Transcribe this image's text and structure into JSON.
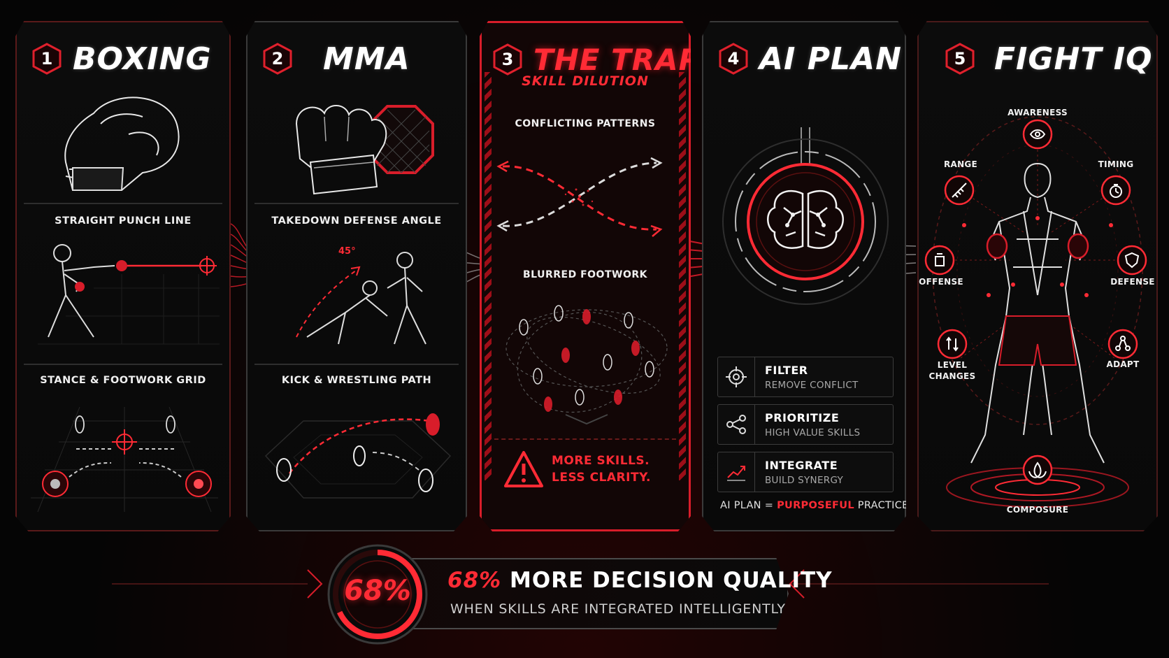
{
  "panels": [
    {
      "num": "1",
      "title": "BOXING",
      "sections": [
        "STRAIGHT PUNCH LINE",
        "STANCE & FOOTWORK GRID"
      ]
    },
    {
      "num": "2",
      "title": "MMA",
      "sections": [
        "TAKEDOWN DEFENSE ANGLE",
        "KICK & WRESTLING PATH"
      ],
      "angle": "45°"
    },
    {
      "num": "3",
      "title": "THE TRAP",
      "subtitle": "SKILL DILUTION",
      "sections": [
        "CONFLICTING PATTERNS",
        "BLURRED FOOTWORK"
      ],
      "warning": [
        "MORE SKILLS.",
        "LESS CLARITY."
      ]
    },
    {
      "num": "4",
      "title": "AI PLAN",
      "steps": [
        {
          "title": "FILTER",
          "desc": "REMOVE CONFLICT",
          "icon": "crosshair-icon"
        },
        {
          "title": "PRIORITIZE",
          "desc": "HIGH VALUE SKILLS",
          "icon": "share-nodes-icon"
        },
        {
          "title": "INTEGRATE",
          "desc": "BUILD SYNERGY",
          "icon": "chart-up-icon"
        }
      ],
      "footer": {
        "pre": "AI PLAN = ",
        "highlight": "PURPOSEFUL",
        "post": " PRACTICE"
      }
    },
    {
      "num": "5",
      "title": "FIGHT IQ",
      "attributes": [
        "AWARENESS",
        "RANGE",
        "TIMING",
        "OFFENSE",
        "DEFENSE",
        "LEVEL",
        "CHANGES",
        "ADAPT",
        "COMPOSURE"
      ]
    }
  ],
  "stat": {
    "value": "68%",
    "headline_value": "68%",
    "headline_text": " MORE DECISION QUALITY",
    "subline": "WHEN SKILLS ARE INTEGRATED INTELLIGENTLY",
    "percent": 68
  },
  "colors": {
    "accent": "#ff2b35",
    "accent_dark": "#b0101a",
    "line": "#3a3a3a",
    "bg": "#050505"
  }
}
